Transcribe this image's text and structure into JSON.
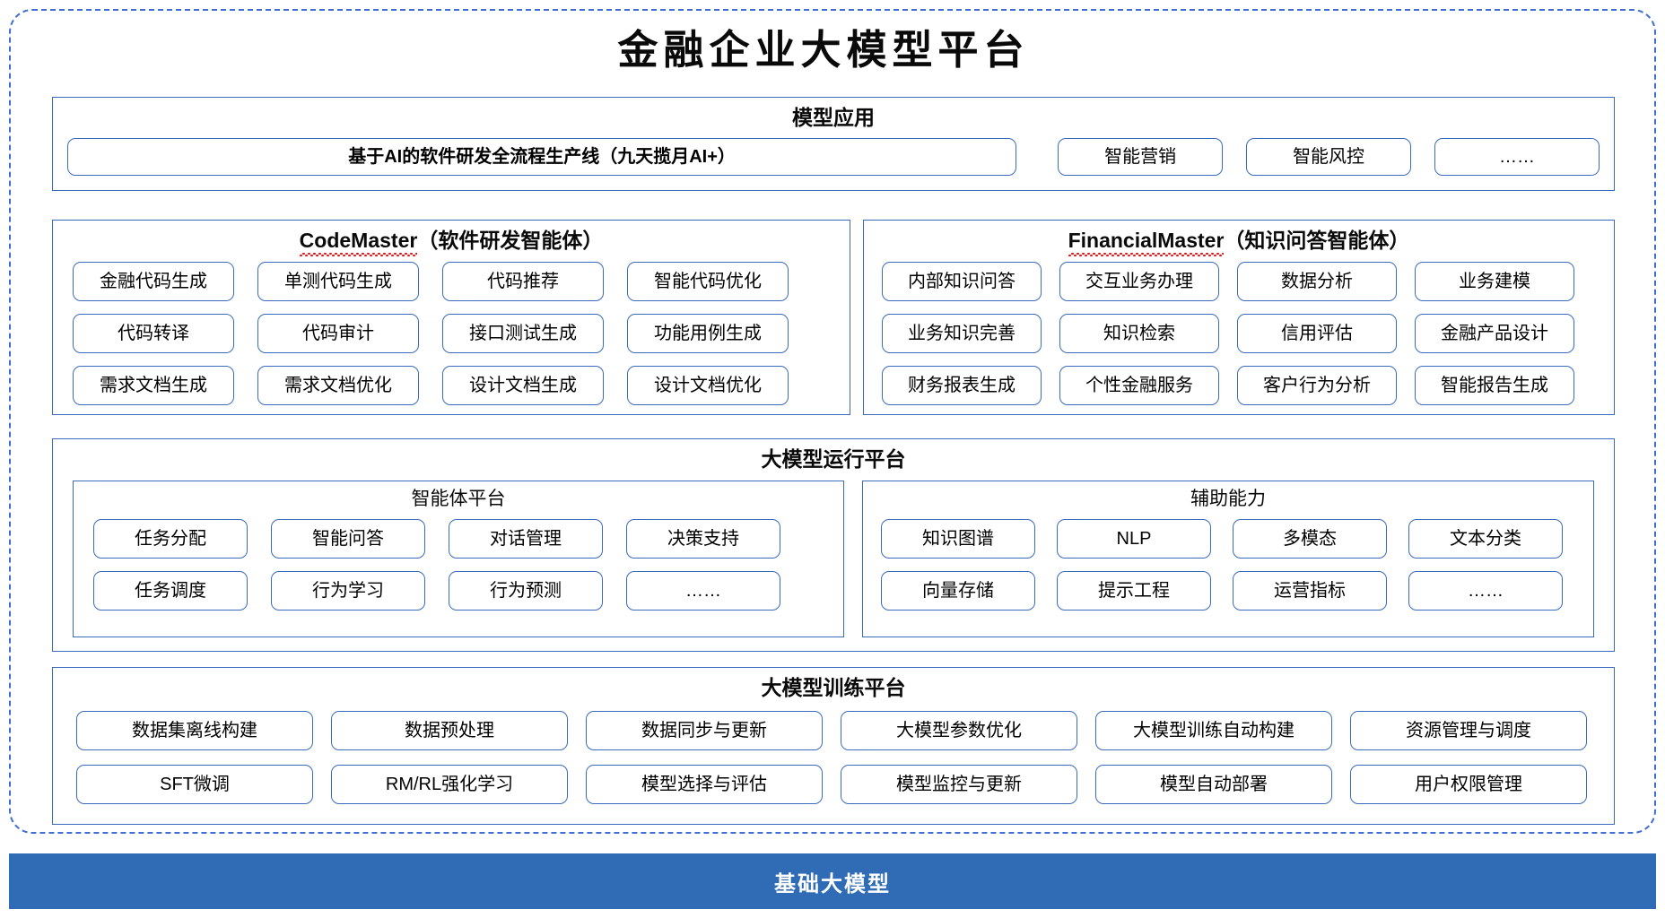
{
  "page": {
    "title": "金融企业大模型平台",
    "accent_border": "#3a6bbd",
    "dashed_border": "#3f6fd0",
    "base_bar_color": "#2f6cb5",
    "spellcheck_color": "#e01b1b"
  },
  "model_application": {
    "title": "模型应用",
    "primary_chip": "基于AI的软件研发全流程生产线（九天揽月AI+）",
    "chips": [
      "智能营销",
      "智能风控",
      "……"
    ]
  },
  "agents": {
    "code_master": {
      "name": "CodeMaster",
      "subtitle": "（软件研发智能体）",
      "spellcheck_underline": true,
      "rows": [
        [
          "金融代码生成",
          "单测代码生成",
          "代码推荐",
          "智能代码优化"
        ],
        [
          "代码转译",
          "代码审计",
          "接口测试生成",
          "功能用例生成"
        ],
        [
          "需求文档生成",
          "需求文档优化",
          "设计文档生成",
          "设计文档优化"
        ]
      ]
    },
    "financial_master": {
      "name": "FinancialMaster",
      "subtitle": "（知识问答智能体）",
      "spellcheck_underline": true,
      "rows": [
        [
          "内部知识问答",
          "交互业务办理",
          "数据分析",
          "业务建模"
        ],
        [
          "业务知识完善",
          "知识检索",
          "信用评估",
          "金融产品设计"
        ],
        [
          "财务报表生成",
          "个性金融服务",
          "客户行为分析",
          "智能报告生成"
        ]
      ]
    }
  },
  "run_platform": {
    "title": "大模型运行平台",
    "agent_platform": {
      "title": "智能体平台",
      "rows": [
        [
          "任务分配",
          "智能问答",
          "对话管理",
          "决策支持"
        ],
        [
          "任务调度",
          "行为学习",
          "行为预测",
          "……"
        ]
      ]
    },
    "aux_capability": {
      "title": "辅助能力",
      "rows": [
        [
          "知识图谱",
          "NLP",
          "多模态",
          "文本分类"
        ],
        [
          "向量存储",
          "提示工程",
          "运营指标",
          "……"
        ]
      ]
    }
  },
  "train_platform": {
    "title": "大模型训练平台",
    "rows": [
      [
        "数据集离线构建",
        "数据预处理",
        "数据同步与更新",
        "大模型参数优化",
        "大模型训练自动构建",
        "资源管理与调度"
      ],
      [
        "SFT微调",
        "RM/RL强化学习",
        "模型选择与评估",
        "模型监控与更新",
        "模型自动部署",
        "用户权限管理"
      ]
    ]
  },
  "base_model": {
    "label": "基础大模型"
  }
}
